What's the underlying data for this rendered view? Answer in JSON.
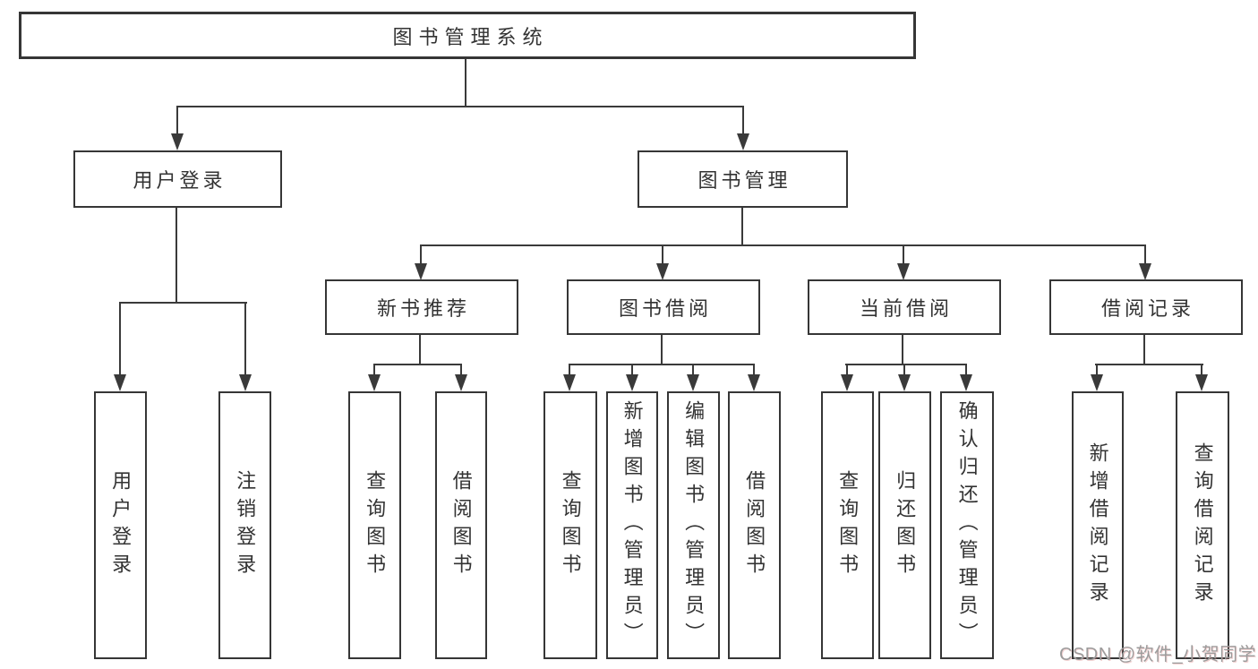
{
  "tree": {
    "label": "图书管理系统",
    "children": [
      {
        "label": "用户登录",
        "children": [
          {
            "label": "用户登录"
          },
          {
            "label": "注销登录"
          }
        ]
      },
      {
        "label": "图书管理",
        "children": [
          {
            "label": "新书推荐",
            "children": [
              {
                "label": "查询图书"
              },
              {
                "label": "借阅图书"
              }
            ]
          },
          {
            "label": "图书借阅",
            "children": [
              {
                "label": "查询图书"
              },
              {
                "label": "新增图书（管理员）"
              },
              {
                "label": "编辑图书（管理员）"
              },
              {
                "label": "借阅图书"
              }
            ]
          },
          {
            "label": "当前借阅",
            "children": [
              {
                "label": "查询图书"
              },
              {
                "label": "归还图书"
              },
              {
                "label": "确认归还（管理员）"
              }
            ]
          },
          {
            "label": "借阅记录",
            "children": [
              {
                "label": "新增借阅记录"
              },
              {
                "label": "查询借阅记录"
              }
            ]
          }
        ]
      }
    ]
  },
  "watermark": "CSDN @软件_小贺同学",
  "colors": {
    "line": "#3a3a3a",
    "text": "#333333",
    "watermark": "#9c9c9c"
  }
}
